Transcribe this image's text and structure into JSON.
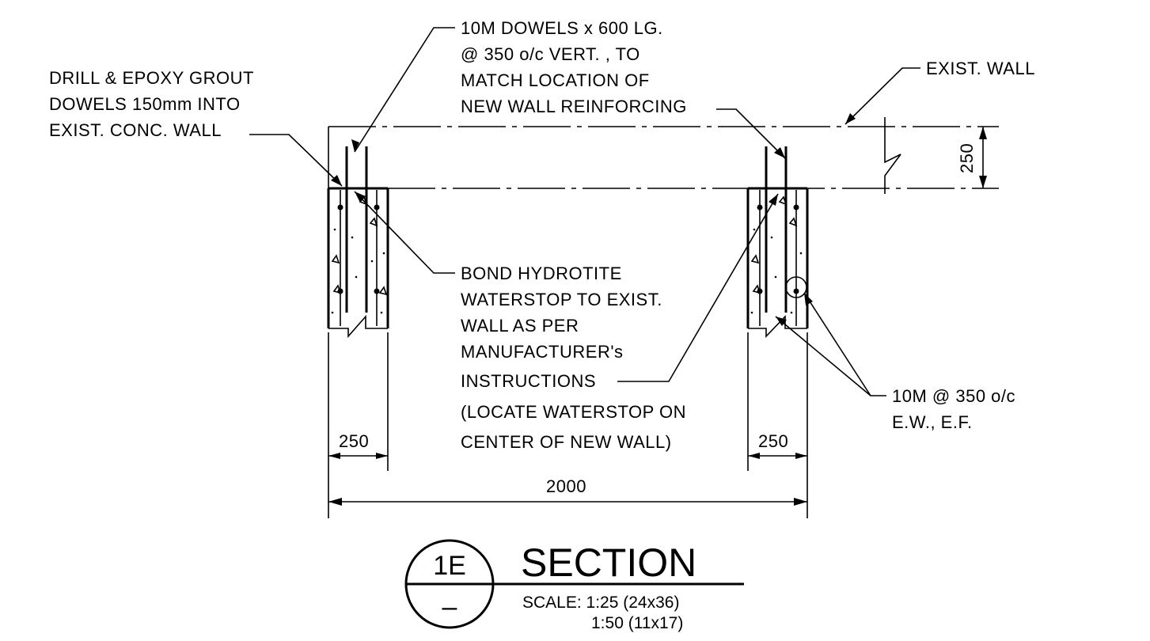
{
  "drawing": {
    "dims": {
      "left_wall": "250",
      "right_wall": "250",
      "overall": "2000",
      "existing_wall": "250"
    },
    "notes": {
      "dowels": [
        "10M DOWELS x 600 LG.",
        "@ 350 o/c VERT. , TO",
        "MATCH LOCATION OF",
        "NEW WALL REINFORCING"
      ],
      "drill": [
        "DRILL & EPOXY GROUT",
        "DOWELS 150mm INTO",
        "EXIST. CONC. WALL"
      ],
      "exist_wall": [
        "EXIST. WALL"
      ],
      "waterstop": [
        "BOND HYDROTITE",
        "WATERSTOP TO EXIST.",
        "WALL AS PER",
        "MANUFACTURER's",
        "INSTRUCTIONS",
        "(LOCATE WATERSTOP ON",
        "CENTER OF NEW WALL)"
      ],
      "rebar": [
        "10M @ 350 o/c",
        "E.W., E.F."
      ]
    },
    "title": {
      "tag_top": "1E",
      "tag_bottom": "–",
      "heading": "SECTION",
      "scale_1": "SCALE: 1:25  (24x36)",
      "scale_2": "1:50  (11x17)"
    }
  }
}
